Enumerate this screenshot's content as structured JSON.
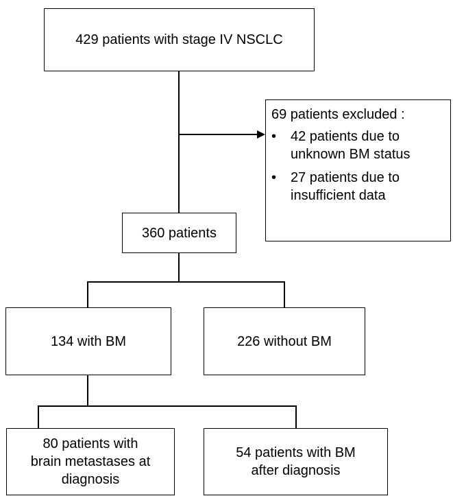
{
  "flowchart": {
    "top_box": "429 patients with stage IV NSCLC",
    "excluded": {
      "title": "69 patients excluded :",
      "items": [
        {
          "bullet": "•",
          "lines": [
            "42 patients due to",
            "unknown BM status"
          ]
        },
        {
          "bullet": "•",
          "lines": [
            "27 patients due to",
            "insufficient data"
          ]
        }
      ]
    },
    "middle_box": "360 patients",
    "with_bm_box": "134 with BM",
    "without_bm_box": "226 without BM",
    "at_diagnosis_box": [
      "80 patients with",
      "brain metastases at",
      "diagnosis"
    ],
    "after_diagnosis_box": [
      "54 patients with BM",
      "after diagnosis"
    ]
  }
}
